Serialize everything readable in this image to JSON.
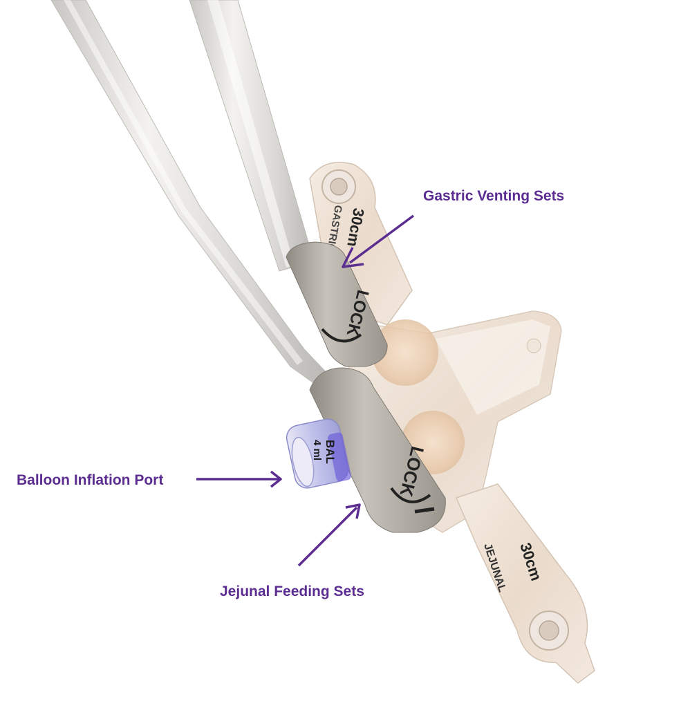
{
  "callouts": {
    "gastric": "Gastric Venting Sets",
    "balloon": "Balloon Inflation Port",
    "jejunal": "Jejunal Feeding Sets"
  },
  "device_print": {
    "gastric_size": "30cm",
    "gastric_text": "GASTRIC",
    "jejunal_size": "30cm",
    "jejunal_text": "JEJUNAL",
    "lock_upper": "LOCK",
    "lock_lower": "LOCK",
    "balloon_line1": "BAL",
    "balloon_line2": "4 ml"
  },
  "colors": {
    "callout": "#5c2d91",
    "background": "#ffffff",
    "tube": "#dedcd8",
    "lock_collar": "#a9a49c",
    "body": "#eedfd0",
    "print": "#222222",
    "valve": "#6a5ad8"
  }
}
